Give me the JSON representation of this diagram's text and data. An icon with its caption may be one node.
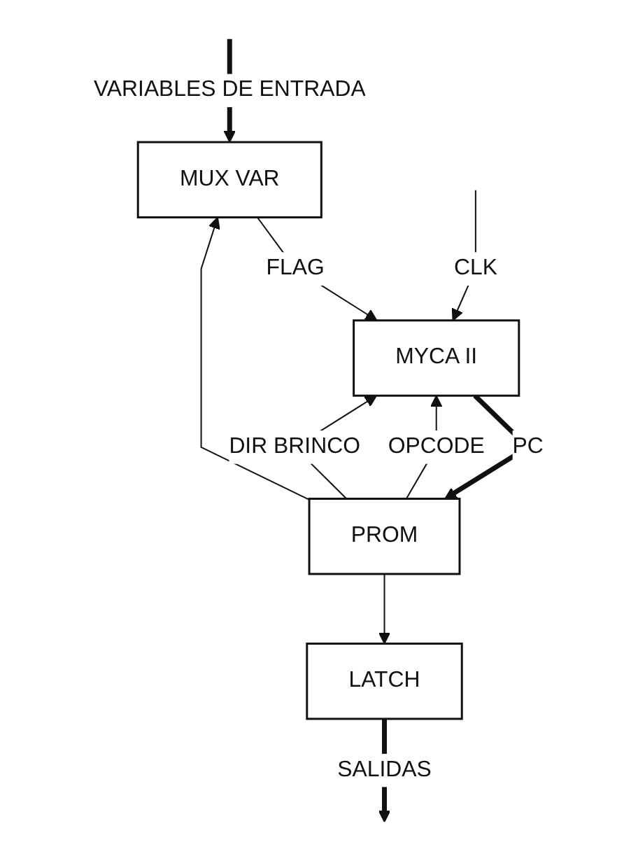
{
  "diagram": {
    "nodes": [
      {
        "text": [
          "MUX VAR"
        ]
      },
      {
        "text": [
          "MYCA II"
        ]
      },
      {
        "text": [
          "PROM"
        ]
      },
      {
        "text": [
          "LATCH"
        ]
      }
    ],
    "edges": [
      {
        "from": null,
        "to": 0,
        "arrow": "to",
        "label": "VARIABLES DE ENTRADA",
        "style": "thick"
      },
      {
        "from": 0,
        "to": 1,
        "arrow": "to",
        "label": "FLAG"
      },
      {
        "from": 2,
        "to": 1,
        "arrow": "to",
        "label": "OPCODE"
      },
      {
        "from": null,
        "to": 1,
        "arrow": "to",
        "label": "CLK"
      },
      {
        "from": 2,
        "to": 1,
        "arrow": "to",
        "label": "DIR BRINCO"
      },
      {
        "from": 1,
        "to": 2,
        "arrow": "to",
        "label": "PC",
        "style": "thick"
      },
      {
        "from": 2,
        "to": 0,
        "arrow": "to"
      },
      {
        "from": 2,
        "to": 3,
        "arrow": "to"
      },
      {
        "from": 3,
        "to": null,
        "arrow": "to",
        "label": "SALIDAS",
        "style": "thick"
      }
    ]
  }
}
